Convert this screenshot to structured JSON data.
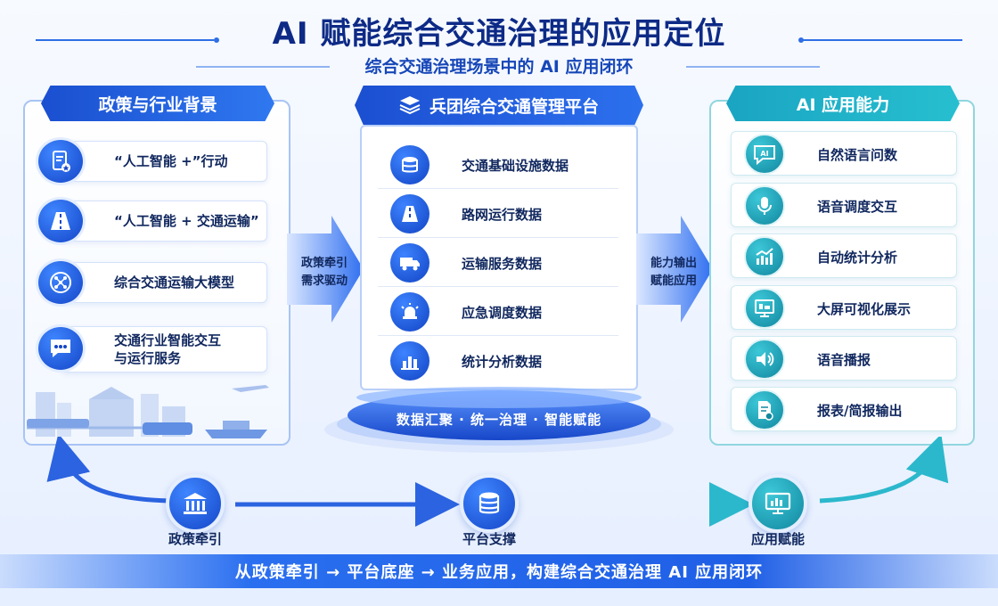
{
  "header": {
    "title": "AI 赋能综合交通治理的应用定位",
    "subtitle": "综合交通治理场景中的 AI 应用闭环"
  },
  "left_panel": {
    "title": "政策与行业背景",
    "items": [
      {
        "label": "“人工智能 +”行动",
        "icon": "document-star-icon"
      },
      {
        "label": "“人工智能 + 交通运输”",
        "icon": "road-icon"
      },
      {
        "label": "综合交通运输大模型",
        "icon": "neural-network-icon"
      },
      {
        "label": "交通行业智能交互\n与运行服务",
        "icon": "chat-bubble-icon"
      }
    ]
  },
  "center_panel": {
    "title": "兵团综合交通管理平台",
    "icon": "layers-icon",
    "items": [
      {
        "label": "交通基础设施数据",
        "icon": "database-icon"
      },
      {
        "label": "路网运行数据",
        "icon": "road-icon"
      },
      {
        "label": "运输服务数据",
        "icon": "truck-icon"
      },
      {
        "label": "应急调度数据",
        "icon": "siren-icon"
      },
      {
        "label": "统计分析数据",
        "icon": "bar-chart-icon"
      }
    ],
    "base_label": "数据汇聚 · 统一治理 · 智能赋能"
  },
  "arrows": {
    "left_to_center": "政策牵引\n需求驱动",
    "center_to_right": "能力输出\n赋能应用"
  },
  "right_panel": {
    "title": "AI 应用能力",
    "items": [
      {
        "label": "自然语言问数",
        "icon": "ai-chat-icon"
      },
      {
        "label": "语音调度交互",
        "icon": "microphone-icon"
      },
      {
        "label": "自动统计分析",
        "icon": "growth-chart-icon"
      },
      {
        "label": "大屏可视化展示",
        "icon": "monitor-icon"
      },
      {
        "label": "语音播报",
        "icon": "speaker-icon"
      },
      {
        "label": "报表/简报输出",
        "icon": "report-icon"
      }
    ]
  },
  "flow": {
    "nodes": [
      {
        "label": "政策牵引",
        "icon": "government-building-icon"
      },
      {
        "label": "平台支撑",
        "icon": "server-icon"
      },
      {
        "label": "应用赋能",
        "icon": "dashboard-screen-icon"
      }
    ]
  },
  "footer": {
    "banner": "从政策牵引 → 平台底座 → 业务应用，构建综合交通治理 AI 应用闭环"
  },
  "colors": {
    "primary_blue": "#1f5fe6",
    "navy_text": "#10275e",
    "teal": "#1aa5c2"
  }
}
